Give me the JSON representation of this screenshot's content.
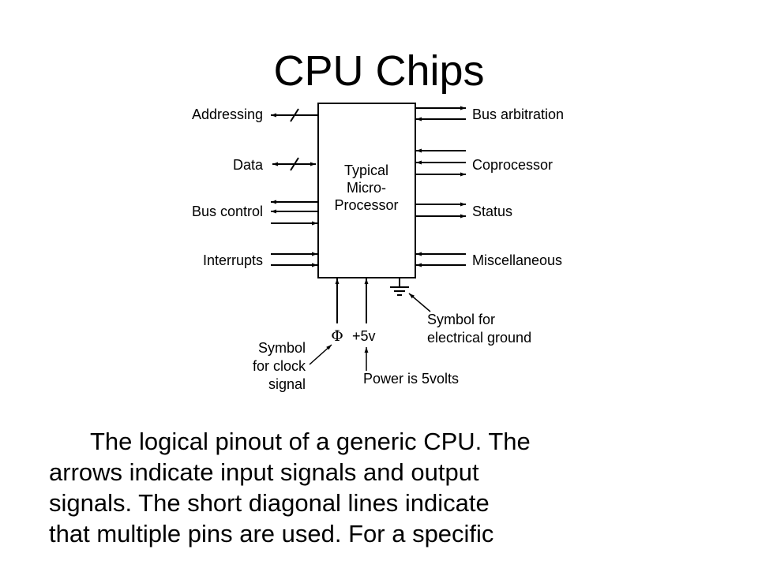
{
  "slide": {
    "title": "CPU Chips"
  },
  "diagram": {
    "chip_label": [
      "Typical",
      "Micro-",
      "Processor"
    ],
    "left_labels": {
      "addressing": "Addressing",
      "data": "Data",
      "bus_control": "Bus control",
      "interrupts": "Interrupts"
    },
    "right_labels": {
      "bus_arbitration": "Bus arbitration",
      "coprocessor": "Coprocessor",
      "status": "Status",
      "miscellaneous": "Miscellaneous"
    },
    "bottom_labels": {
      "clock_symbol": "Φ",
      "power": "+5v"
    },
    "annotations": {
      "clock_note": [
        "Symbol",
        "for clock",
        "signal"
      ],
      "power_note": "Power is 5volts",
      "ground_note": [
        "Symbol for",
        "electrical ground"
      ]
    }
  },
  "caption": {
    "lines": [
      "The logical pinout of a generic CPU.  The",
      "arrows indicate input signals and output",
      "signals.  The short diagonal lines indicate",
      "that multiple pins are used.  For a specific"
    ]
  }
}
